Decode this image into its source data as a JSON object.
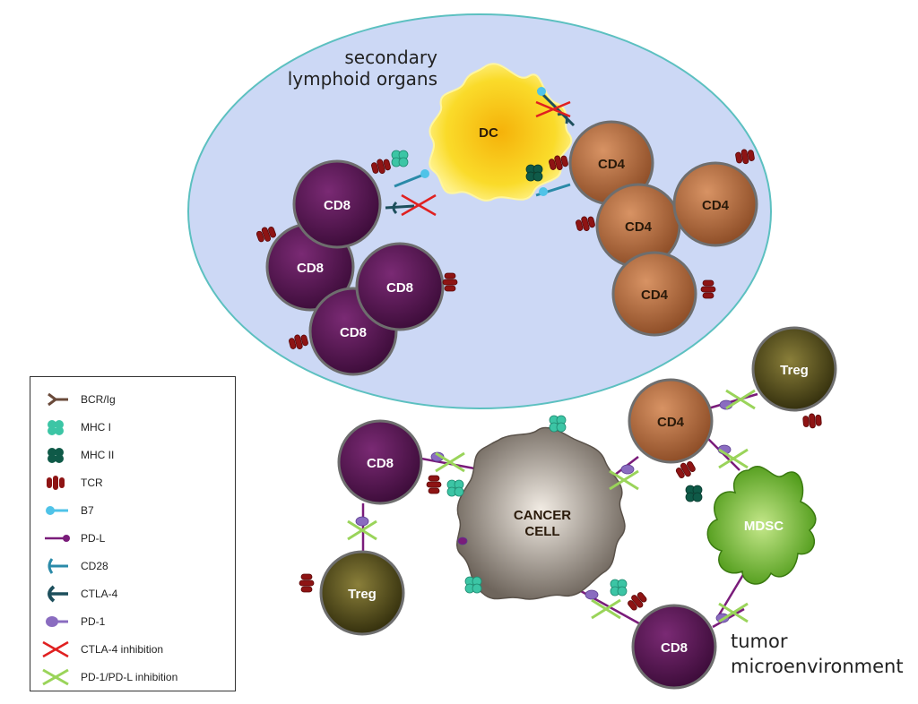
{
  "regions": {
    "lymphoid": {
      "line1": "secondary",
      "line2": "lymphoid organs"
    },
    "tumor": {
      "line1": "tumor",
      "line2": "microenvironment"
    }
  },
  "cells": {
    "dc": "DC",
    "cd4": "CD4",
    "cd8": "CD8",
    "treg": "Treg",
    "mdsc": "MDSC",
    "cancer_line1": "CANCER",
    "cancer_line2": "CELL"
  },
  "legend": [
    {
      "icon": "bcr-ig-icon",
      "label": "BCR/Ig"
    },
    {
      "icon": "mhc-i-icon",
      "label": "MHC I"
    },
    {
      "icon": "mhc-ii-icon",
      "label": "MHC II"
    },
    {
      "icon": "tcr-icon",
      "label": "TCR"
    },
    {
      "icon": "b7-icon",
      "label": "B7"
    },
    {
      "icon": "pd-l-icon",
      "label": "PD-L"
    },
    {
      "icon": "cd28-icon",
      "label": "CD28"
    },
    {
      "icon": "ctla-4-icon",
      "label": "CTLA-4"
    },
    {
      "icon": "pd-1-icon",
      "label": "PD-1"
    },
    {
      "icon": "ctla-4-inhibition-icon",
      "label": "CTLA-4 inhibition"
    },
    {
      "icon": "pd-1-pd-l-inhibition-icon",
      "label": "PD-1/PD-L inhibition"
    }
  ],
  "colors": {
    "cd8": "#4a0f47",
    "cd4": "#b06a3c",
    "treg": "#4b4414",
    "dc": "#f7d21a",
    "mdsc": "#5aa21f",
    "cancer": "#8a8076",
    "tcr": "#8e1414",
    "mhc_i": "#3cc5a5",
    "mhc_ii": "#0f5a48",
    "b7": "#4fc3e8",
    "cd28": "#2a8aa8",
    "ctla4": "#1d4f5c",
    "pd_l": "#7a1c7a",
    "pd_1": "#8a6cc0",
    "ctla4_inhibition": "#e02020",
    "pd_inhibition": "#9ad45a",
    "lymphoid_fill": "#ccd8f5",
    "lymphoid_border": "#5cc0c0"
  }
}
